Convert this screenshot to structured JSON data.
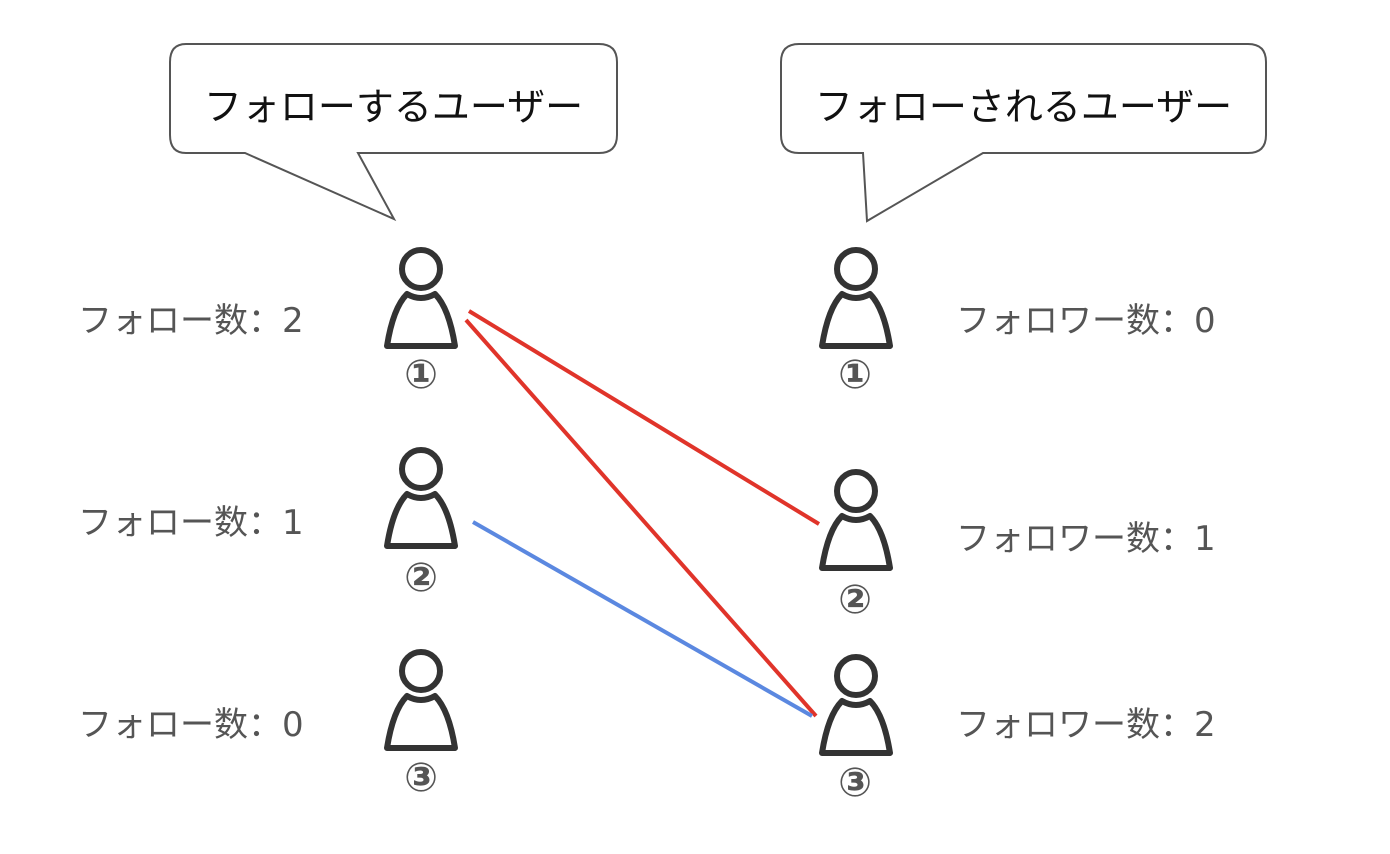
{
  "bubbles": {
    "following": {
      "label": "フォローするユーザー"
    },
    "followed": {
      "label": "フォローされるユーザー"
    }
  },
  "following_users": [
    {
      "number": "①",
      "count_label": "フォロー数：2"
    },
    {
      "number": "②",
      "count_label": "フォロー数：1"
    },
    {
      "number": "③",
      "count_label": "フォロー数：0"
    }
  ],
  "followed_users": [
    {
      "number": "①",
      "count_label": "フォロワー数：0"
    },
    {
      "number": "②",
      "count_label": "フォロワー数：1"
    },
    {
      "number": "③",
      "count_label": "フォロワー数：2"
    }
  ],
  "connections": [
    {
      "from": "following_1",
      "to": "followed_2",
      "color": "#e0342a"
    },
    {
      "from": "following_1",
      "to": "followed_3",
      "color": "#e0342a"
    },
    {
      "from": "following_2",
      "to": "followed_3",
      "color": "#5b88e0"
    }
  ],
  "colors": {
    "icon_stroke": "#333333",
    "bubble_stroke": "#555555",
    "label_text": "#555555"
  }
}
